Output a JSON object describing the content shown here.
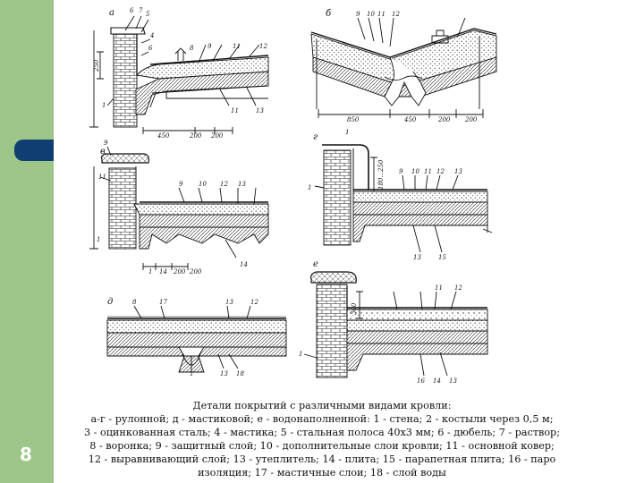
{
  "slide_number": "8",
  "panels": {
    "a": {
      "letter": "а",
      "marks": [
        "6",
        "7",
        "5",
        "4",
        "6",
        "8",
        "9",
        "11",
        "12",
        "1",
        "11",
        "13"
      ],
      "dims": [
        "250",
        "450",
        "200",
        "200"
      ]
    },
    "b": {
      "letter": "б",
      "marks": [
        "9",
        "10",
        "11",
        "12"
      ],
      "dims": [
        "850",
        "450",
        "200",
        "200"
      ]
    },
    "v": {
      "letter": "в",
      "marks": [
        "9",
        "11",
        "1",
        "9",
        "10",
        "12",
        "13",
        "14"
      ],
      "dims": [
        "1",
        "14",
        "200",
        "200"
      ]
    },
    "g": {
      "letter": "г",
      "marks": [
        "1",
        "9",
        "10",
        "11",
        "12",
        "13",
        "1",
        "13",
        "15"
      ],
      "dims": [
        "180...250"
      ]
    },
    "d": {
      "letter": "д",
      "marks": [
        "8",
        "17",
        "13",
        "12",
        "1",
        "13",
        "18"
      ]
    },
    "e": {
      "letter": "е",
      "marks": [
        "300",
        "1",
        "11",
        "12",
        "16",
        "14",
        "13"
      ]
    }
  },
  "caption": [
    "Детали покрытий с различными видами кровли:",
    "а-г - рулонной; д - мастиковой; е - водонаполненной: 1 - стена; 2 - костыли через 0,5 м;",
    "3 - оцинкованная сталь; 4 - мастика; 5 - стальная полоса 40х3 мм; 6 - дюбель; 7 - раствор;",
    "8 - воронка; 9 - защитный слой; 10 - дополнительные слои кровли; 11 - основной ковер;",
    "12 - выравнивающий слой; 13 - утеплитель; 14 - плита; 15 - парапетная плита; 16 - паро",
    "изоляция; 17 - мастичные слои; 18 - слой воды"
  ],
  "colors": {
    "sidebar": "#9fc689",
    "tab": "#0f3e72",
    "slide_number": "#ffffff",
    "ink": "#111111"
  }
}
